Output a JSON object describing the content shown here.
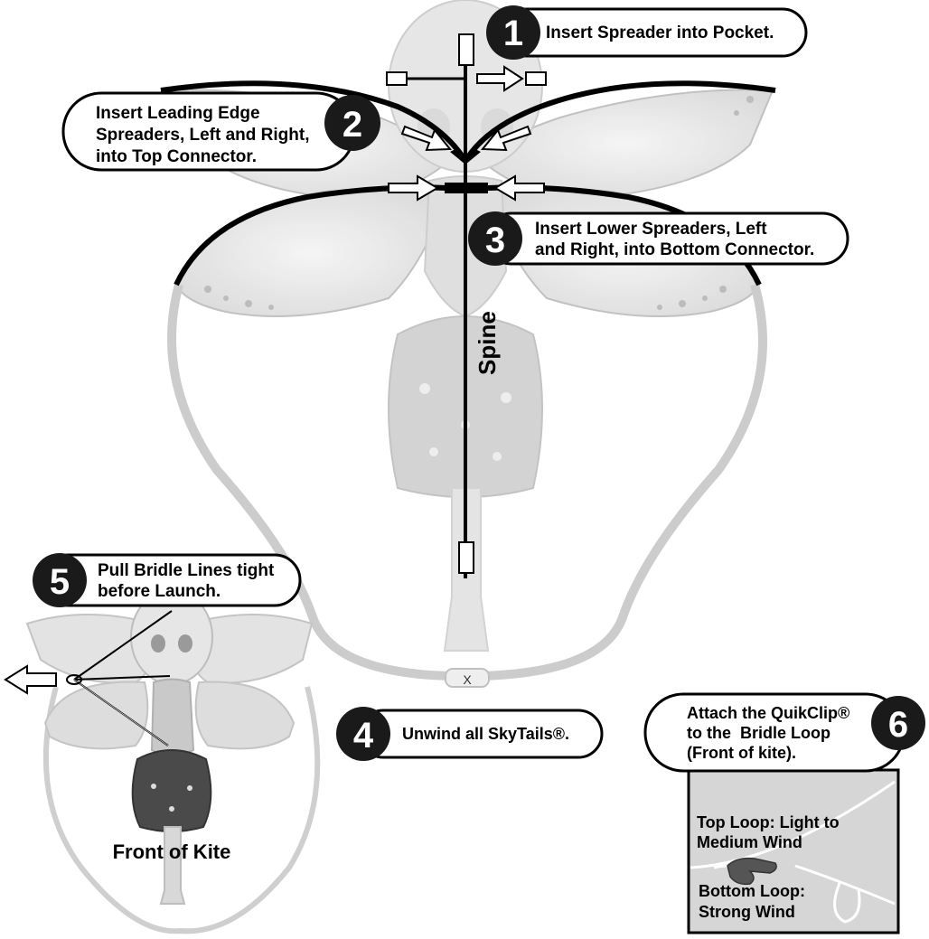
{
  "steps": [
    {
      "number": "1",
      "text": "Insert Spreader into Pocket."
    },
    {
      "number": "2",
      "lines": [
        "Insert Leading Edge",
        "Spreaders, Left and Right,",
        "into Top Connector."
      ]
    },
    {
      "number": "3",
      "lines": [
        "Insert Lower Spreaders, Left",
        "and Right, into Bottom Connector."
      ]
    },
    {
      "number": "4",
      "text": "Unwind all SkyTails®."
    },
    {
      "number": "5",
      "lines": [
        "Pull Bridle Lines tight",
        "before Launch."
      ]
    },
    {
      "number": "6",
      "lines": [
        "Attach the QuikClip®",
        "to the  Bridle Loop",
        "(Front of kite)."
      ]
    }
  ],
  "labels": {
    "spine": "Spine",
    "front_of_kite": "Front of Kite",
    "top_loop": [
      "Top Loop: Light to",
      "Medium Wind"
    ],
    "bottom_loop": [
      "Bottom Loop:",
      "Strong Wind"
    ]
  },
  "colors": {
    "badge": "#1a1a1a",
    "frame": "#000000",
    "kite_body": "#cfcfcf",
    "inset_bg": "#d6d6d6",
    "line_gray": "#cccccc"
  }
}
